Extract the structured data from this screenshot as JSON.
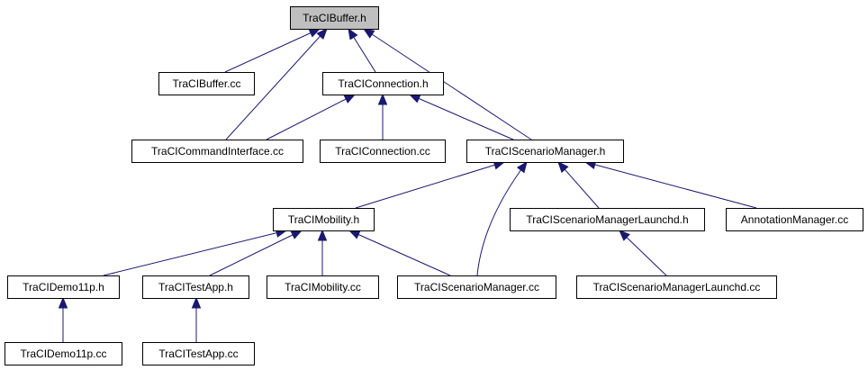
{
  "graph": {
    "root": "buffer_h",
    "nodes": [
      {
        "id": "buffer_h",
        "label": "TraCIBuffer.h",
        "root": true
      },
      {
        "id": "buffer_cc",
        "label": "TraCIBuffer.cc"
      },
      {
        "id": "connection_h",
        "label": "TraCIConnection.h"
      },
      {
        "id": "cmdiface_cc",
        "label": "TraCICommandInterface.cc"
      },
      {
        "id": "connection_cc",
        "label": "TraCIConnection.cc"
      },
      {
        "id": "scenmgr_h",
        "label": "TraCIScenarioManager.h"
      },
      {
        "id": "mobility_h",
        "label": "TraCIMobility.h"
      },
      {
        "id": "scenmgrlaunchd_h",
        "label": "TraCIScenarioManagerLaunchd.h"
      },
      {
        "id": "annotmgr_cc",
        "label": "AnnotationManager.cc"
      },
      {
        "id": "demo11p_h",
        "label": "TraCIDemo11p.h"
      },
      {
        "id": "testapp_h",
        "label": "TraCITestApp.h"
      },
      {
        "id": "mobility_cc",
        "label": "TraCIMobility.cc"
      },
      {
        "id": "scenmgr_cc",
        "label": "TraCIScenarioManager.cc"
      },
      {
        "id": "scenmgrlaunchd_cc",
        "label": "TraCIScenarioManagerLaunchd.cc"
      },
      {
        "id": "demo11p_cc",
        "label": "TraCIDemo11p.cc"
      },
      {
        "id": "testapp_cc",
        "label": "TraCITestApp.cc"
      }
    ],
    "edges": [
      {
        "from": "buffer_cc",
        "to": "buffer_h"
      },
      {
        "from": "connection_h",
        "to": "buffer_h"
      },
      {
        "from": "cmdiface_cc",
        "to": "buffer_h"
      },
      {
        "from": "scenmgr_h",
        "to": "buffer_h"
      },
      {
        "from": "cmdiface_cc",
        "to": "connection_h"
      },
      {
        "from": "connection_cc",
        "to": "connection_h"
      },
      {
        "from": "scenmgr_h",
        "to": "connection_h"
      },
      {
        "from": "mobility_h",
        "to": "scenmgr_h"
      },
      {
        "from": "scenmgr_cc",
        "to": "scenmgr_h"
      },
      {
        "from": "scenmgrlaunchd_h",
        "to": "scenmgr_h"
      },
      {
        "from": "annotmgr_cc",
        "to": "scenmgr_h"
      },
      {
        "from": "demo11p_h",
        "to": "mobility_h"
      },
      {
        "from": "testapp_h",
        "to": "mobility_h"
      },
      {
        "from": "mobility_cc",
        "to": "mobility_h"
      },
      {
        "from": "scenmgr_cc",
        "to": "mobility_h"
      },
      {
        "from": "scenmgrlaunchd_cc",
        "to": "scenmgrlaunchd_h"
      },
      {
        "from": "demo11p_cc",
        "to": "demo11p_h"
      },
      {
        "from": "testapp_cc",
        "to": "testapp_h"
      }
    ]
  },
  "colors": {
    "edge": "#191970",
    "root_fill": "#bfbfbf",
    "node_fill": "#ffffff",
    "border": "#000000"
  }
}
